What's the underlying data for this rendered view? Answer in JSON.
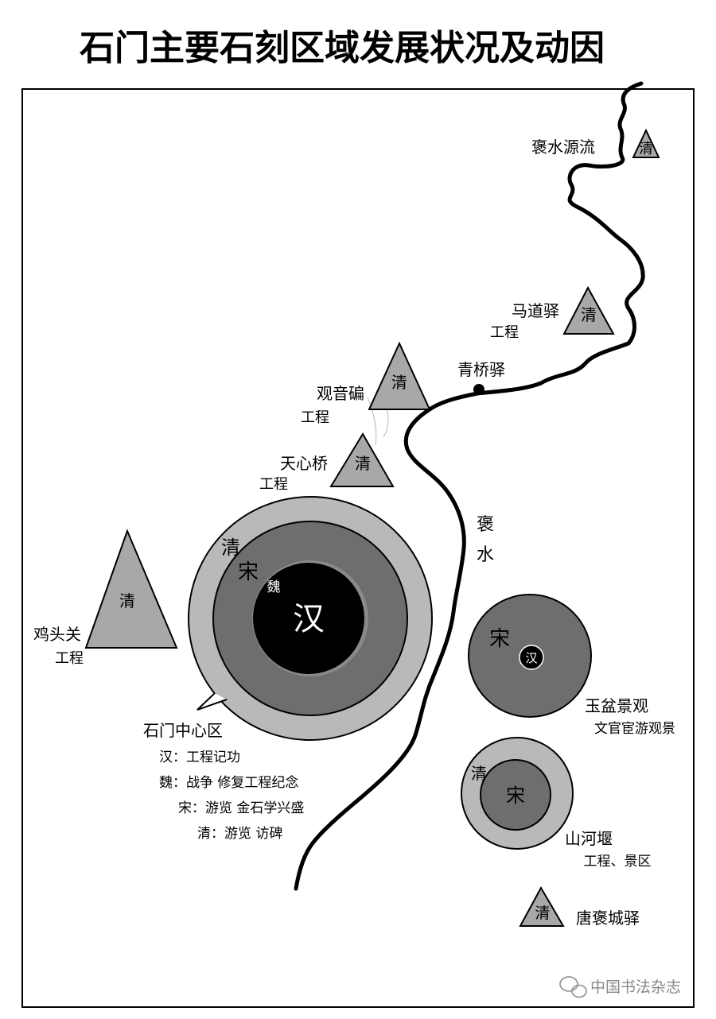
{
  "title": "石门主要石刻区域发展状况及动因",
  "river": {
    "name_chars": [
      "褒",
      "水"
    ],
    "source_label": "褒水源流",
    "post_label": "青桥驿"
  },
  "sites": {
    "baoshui_source": {
      "era": "清"
    },
    "madao": {
      "name": "马道驿",
      "note": "工程",
      "era": "清"
    },
    "guanyin": {
      "name": "观音碥",
      "note": "工程",
      "era": "清"
    },
    "tianxin": {
      "name": "天心桥",
      "note": "工程",
      "era": "清"
    },
    "jitou": {
      "name": "鸡头关",
      "note": "工程",
      "era": "清"
    },
    "tangbao": {
      "name": "唐褒城驿",
      "era": "清"
    }
  },
  "center": {
    "name": "石门中心区",
    "rings": {
      "outer": "清",
      "middle": "宋",
      "inner": "魏",
      "core": "汉"
    },
    "legend": [
      "汉：工程记功",
      "魏：战争  修复工程纪念",
      "宋：游览  金石学兴盛",
      "清：游览  访碑"
    ]
  },
  "yupen": {
    "name": "玉盆景观",
    "note": "文官宦游观景",
    "rings": {
      "outer": "宋",
      "core": "汉"
    }
  },
  "shanhe": {
    "name": "山河堰",
    "note": "工程、景区",
    "rings": {
      "outer": "清",
      "inner": "宋"
    }
  },
  "watermark": "中国书法杂志",
  "colors": {
    "core": "#000000",
    "dark": "#6e6e6e",
    "mid": "#8a8a8a",
    "light": "#b9b9b9",
    "stroke": "#000000"
  }
}
